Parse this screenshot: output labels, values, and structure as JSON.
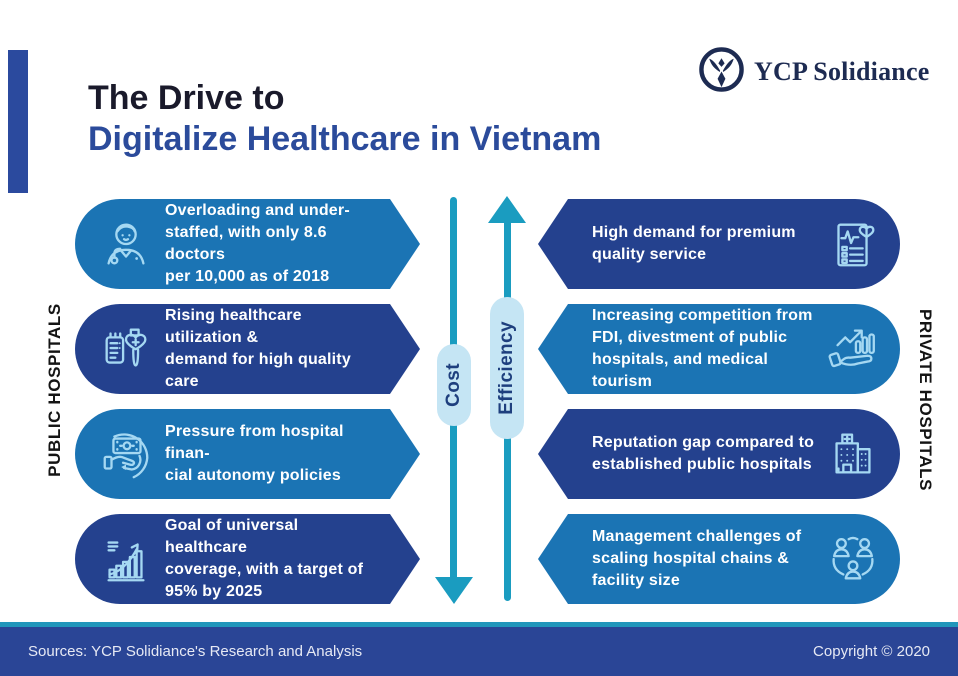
{
  "header": {
    "title_line1": "The Drive to",
    "title_line2": "Digitalize Healthcare in Vietnam",
    "logo_text": "YCP Solidiance"
  },
  "side_labels": {
    "left": "PUBLIC HOSPITALS",
    "right": "PRIVATE HOSPITALS"
  },
  "axes": {
    "down_arrow_label": "Cost",
    "up_arrow_label": "Efficiency"
  },
  "public_items": [
    {
      "icon": "doctor-icon",
      "text": "Overloading and under-\nstaffed, with only 8.6 doctors\nper 10,000 as of 2018"
    },
    {
      "icon": "iv-heart-icon",
      "text": "Rising healthcare utilization &\ndemand for high quality care"
    },
    {
      "icon": "money-hand-icon",
      "text": "Pressure from hospital finan-\ncial autonomy policies"
    },
    {
      "icon": "growth-chart-icon",
      "text": "Goal of universal healthcare\ncoverage, with a target of\n95% by 2025"
    }
  ],
  "private_items": [
    {
      "icon": "health-report-icon",
      "text": "High demand for premium\nquality service"
    },
    {
      "icon": "hand-chart-icon",
      "text": "Increasing competition from\nFDI, divestment of public\nhospitals, and medical tourism"
    },
    {
      "icon": "hospital-building-icon",
      "text": "Reputation gap compared to\nestablished public hospitals"
    },
    {
      "icon": "people-network-icon",
      "text": "Management challenges of\nscaling hospital chains &\nfacility size"
    }
  ],
  "footer": {
    "source": "Sources: YCP Solidiance's Research and Analysis",
    "copyright": "Copyright © 2020"
  },
  "colors": {
    "box_blue": "#1B74B4",
    "box_navy": "#24418E",
    "arrow_teal": "#1A9CC0",
    "label_pill_bg": "#C5E5F4",
    "label_pill_text": "#1E3F7E",
    "icon_stroke": "#A5D8F2",
    "title_dark": "#1A1A2B",
    "title_blue": "#2B4B9B",
    "footer_bg": "#2A4596",
    "accent_bar": "#2B4A9E"
  }
}
